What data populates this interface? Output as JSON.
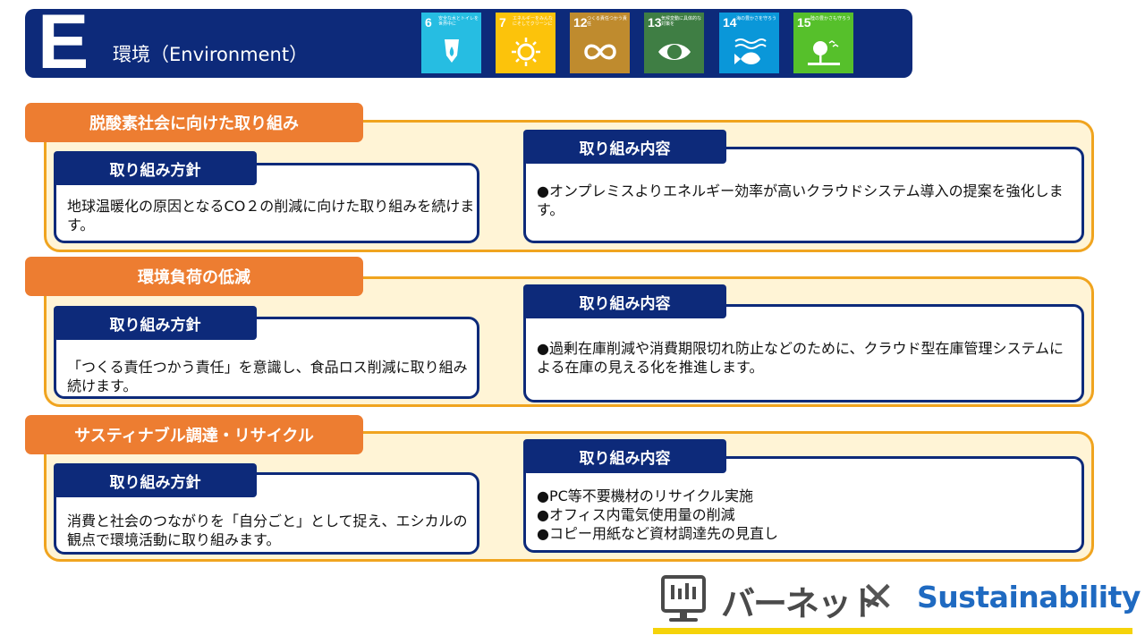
{
  "header": {
    "letter": "E",
    "title": "環境（Environment）",
    "sdg_icons": [
      {
        "number": "6",
        "caption": "安全な水とトイレを世界中に",
        "color": "#26bde2",
        "icon": "water-drop-icon"
      },
      {
        "number": "7",
        "caption": "エネルギーをみんなにそしてクリーンに",
        "color": "#fcc30b",
        "icon": "sun-icon"
      },
      {
        "number": "12",
        "caption": "つくる責任つかう責任",
        "color": "#bf8b2e",
        "icon": "infinity-icon"
      },
      {
        "number": "13",
        "caption": "気候変動に具体的な対策を",
        "color": "#3f7e44",
        "icon": "eye-globe-icon"
      },
      {
        "number": "14",
        "caption": "海の豊かさを守ろう",
        "color": "#0a97d9",
        "icon": "fish-icon"
      },
      {
        "number": "15",
        "caption": "陸の豊かさも守ろう",
        "color": "#56c02b",
        "icon": "tree-icon"
      }
    ]
  },
  "sections": [
    {
      "title": "脱酸素社会に向けた取り組み",
      "policy_label": "取り組み方針",
      "policy_text": "地球温暖化の原因となるCO２の削減に向けた取り組みを続けます。",
      "content_label": "取り組み内容",
      "content_lines": [
        "●オンプレミスよりエネルギー効率が高いクラウドシステム導入の提案を強化します。"
      ]
    },
    {
      "title": "環境負荷の低減",
      "policy_label": "取り組み方針",
      "policy_text": "「つくる責任つかう責任」を意識し、食品ロス削減に取り組み続けます。",
      "content_label": "取り組み内容",
      "content_lines": [
        "●過剰在庫削減や消費期限切れ防止などのために、クラウド型在庫管理システムによる在庫の見える化を推進します。"
      ]
    },
    {
      "title": "サスティナブル調達・リサイクル",
      "policy_label": "取り組み方針",
      "policy_text": "消費と社会のつながりを「自分ごと」として捉え、エシカルの観点で環境活動に取り組みます。",
      "content_label": "取り組み内容",
      "content_lines": [
        "●PC等不要機材のリサイクル実施",
        "●オフィス内電気使用量の削減",
        "●コピー用紙など資材調達先の見直し"
      ]
    }
  ],
  "footer": {
    "brand_jp": "バーネット",
    "cross": "✕",
    "brand_en": "Sustainability",
    "colors": {
      "accent": "#f5d30a",
      "brand_blue": "#1f6ac1"
    }
  }
}
